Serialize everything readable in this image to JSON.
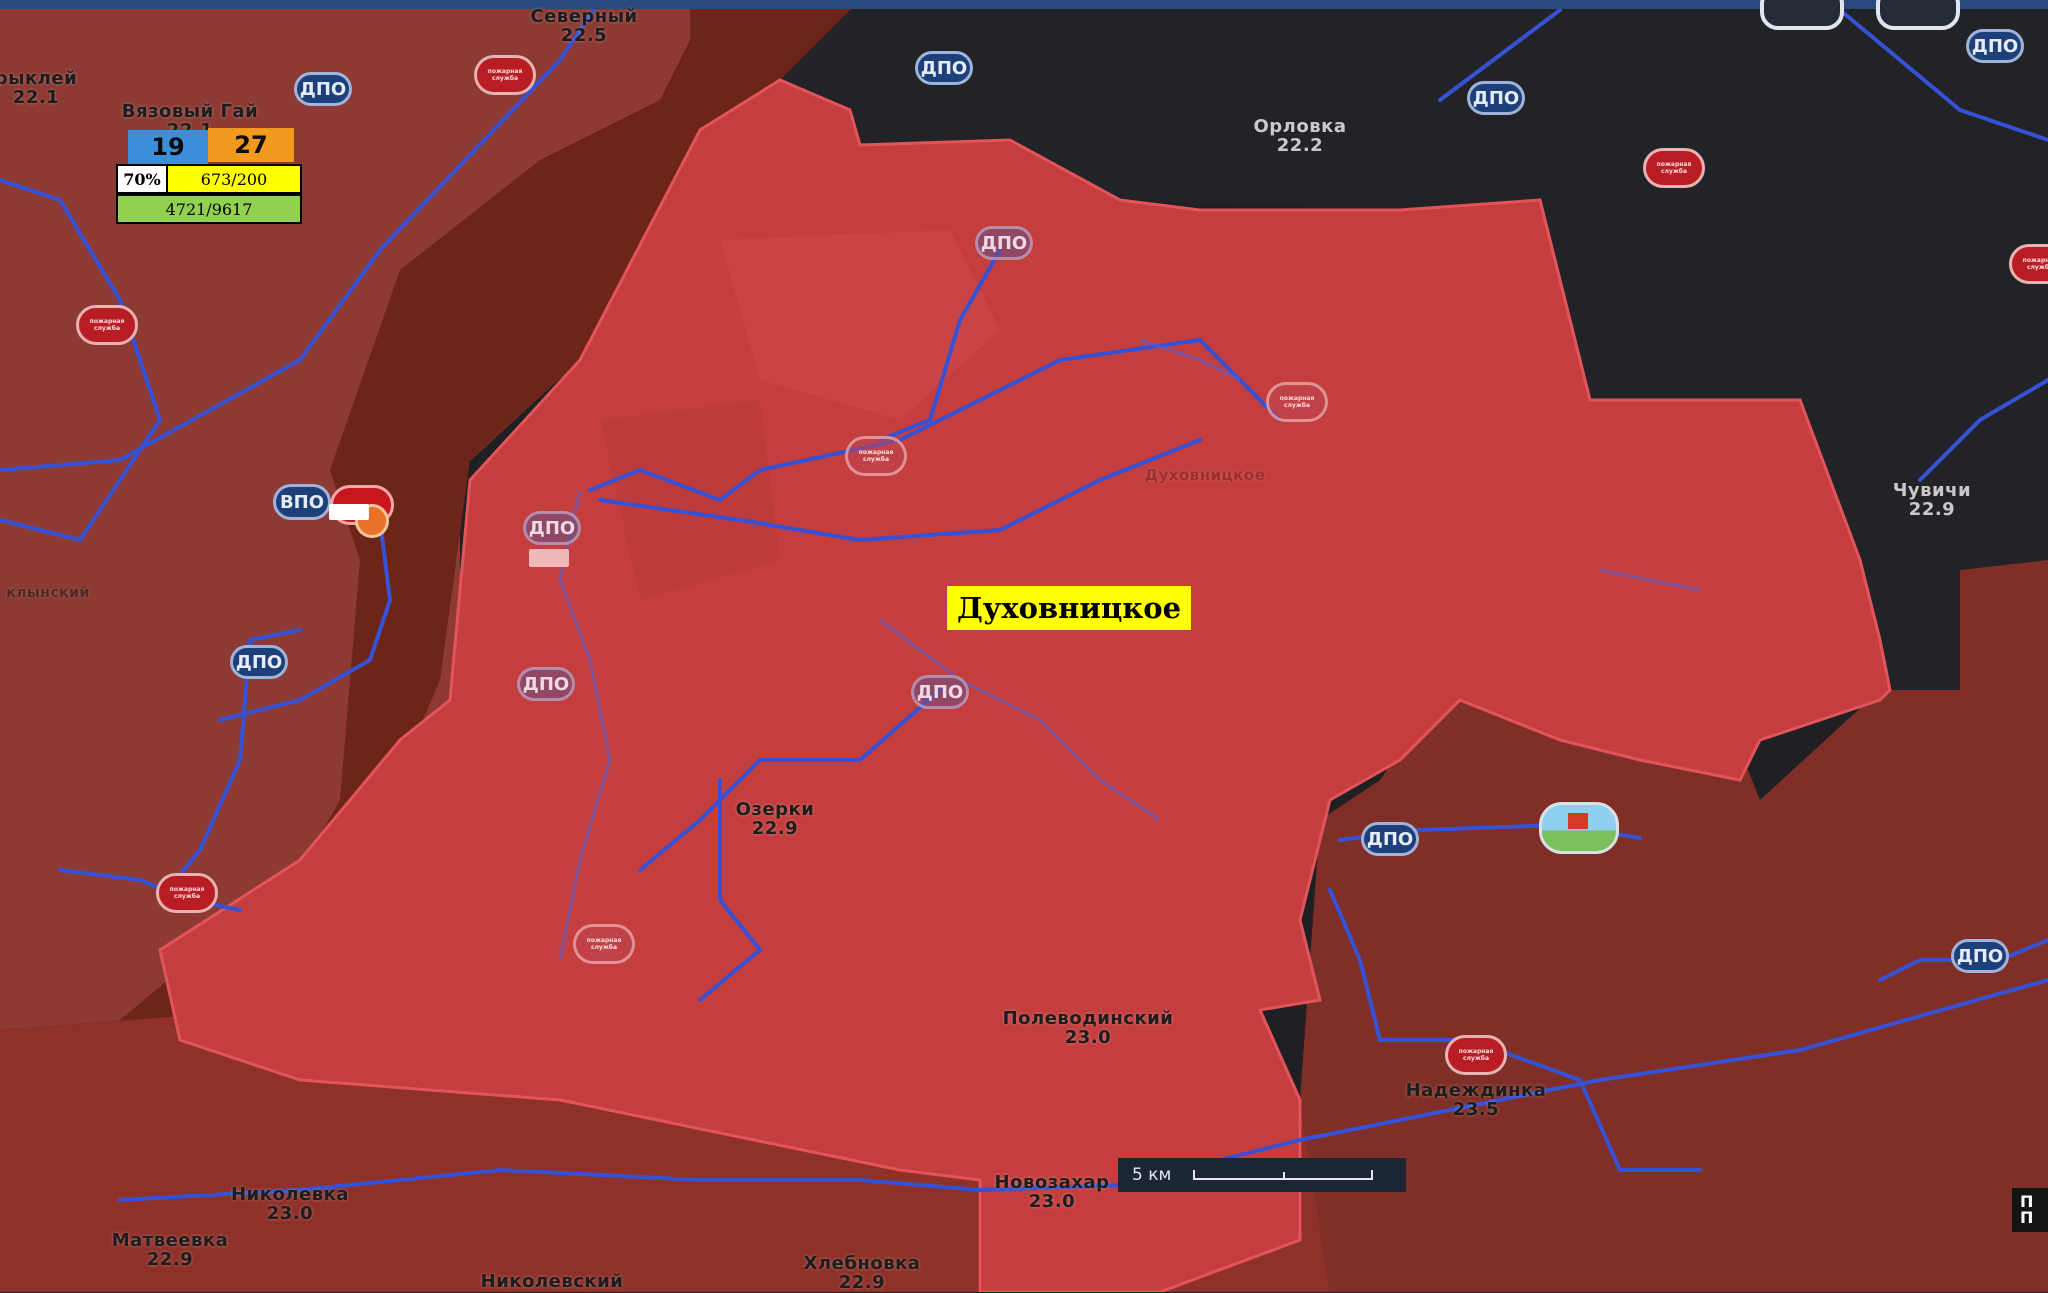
{
  "map": {
    "colors": {
      "background": "#1f2023",
      "district_fill": "#c43e3e",
      "neighbor_fill": "#8a322b",
      "river_dark": "#6e241c",
      "roads": "#3552d6"
    },
    "region_label": "Духовницкое",
    "faded_label": "Духовницкое",
    "places": [
      {
        "name": "Северный",
        "temp": "22.5"
      },
      {
        "name": "Вязовый Гай",
        "temp": "22.1"
      },
      {
        "name": "рыклей",
        "temp": "22.1"
      },
      {
        "name": "Орловка",
        "temp": "22.2"
      },
      {
        "name": "Чувичи",
        "temp": "22.9"
      },
      {
        "name": "Озерки",
        "temp": "22.9"
      },
      {
        "name": "Полеводинский",
        "temp": "23.0"
      },
      {
        "name": "Надеждинка",
        "temp": "23.5"
      },
      {
        "name": "Новозахар",
        "temp": "23.0"
      },
      {
        "name": "Николевка",
        "temp": "23.0"
      },
      {
        "name": "Матвеевка",
        "temp": "22.9"
      },
      {
        "name": "Хлебновка",
        "temp": "22.9"
      },
      {
        "name": "Николевский",
        "temp": ""
      },
      {
        "name": "клынский",
        "temp": ""
      }
    ],
    "marker_labels": {
      "dpo": "ДПО",
      "vpo": "ВПО",
      "fire": "пожарная служба"
    }
  },
  "legend": {
    "count_blue": "19",
    "count_orange": "27",
    "percent": "70%",
    "ratio_yellow": "673/200",
    "ratio_green": "4721/9617",
    "blue_color": "#3a8fd8",
    "orange_color": "#f39a1e"
  },
  "scale": {
    "label": "5 км"
  },
  "edge_tab": {
    "text": "П\nП"
  }
}
